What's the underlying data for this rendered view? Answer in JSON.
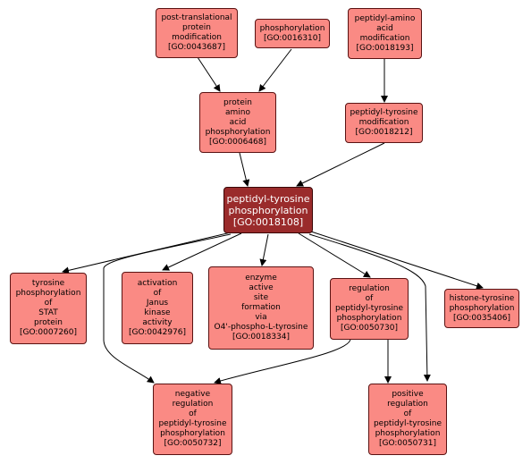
{
  "colors": {
    "node_fill": "#fa8a84",
    "focus_fill": "#9a2b2b",
    "border": "#5a1212",
    "edge": "#000000"
  },
  "nodes": {
    "post_translational": {
      "label": "post-translational\nprotein\nmodification\n[GO:0043687]"
    },
    "phosphorylation": {
      "label": "phosphorylation\n[GO:0016310]"
    },
    "peptidyl_amino_acid": {
      "label": "peptidyl-amino\nacid\nmodification\n[GO:0018193]"
    },
    "protein_aa_phos": {
      "label": "protein\namino\nacid\nphosphorylation\n[GO:0006468]"
    },
    "peptidyl_tyr_mod": {
      "label": "peptidyl-tyrosine\nmodification\n[GO:0018212]"
    },
    "peptidyl_tyr_phos": {
      "label": "peptidyl-tyrosine\nphosphorylation\n[GO:0018108]"
    },
    "tyr_phos_stat": {
      "label": "tyrosine\nphosphorylation\nof\nSTAT\nprotein\n[GO:0007260]"
    },
    "activation_janus": {
      "label": "activation\nof\nJanus\nkinase\nactivity\n[GO:0042976]"
    },
    "enzyme_active_site": {
      "label": "enzyme\nactive\nsite\nformation\nvia\nO4'-phospho-L-tyrosine\n[GO:0018334]"
    },
    "regulation": {
      "label": "regulation\nof\npeptidyl-tyrosine\nphosphorylation\n[GO:0050730]"
    },
    "histone_tyr": {
      "label": "histone-tyrosine\nphosphorylation\n[GO:0035406]"
    },
    "negative_regulation": {
      "label": "negative\nregulation\nof\npeptidyl-tyrosine\nphosphorylation\n[GO:0050732]"
    },
    "positive_regulation": {
      "label": "positive\nregulation\nof\npeptidyl-tyrosine\nphosphorylation\n[GO:0050731]"
    }
  }
}
